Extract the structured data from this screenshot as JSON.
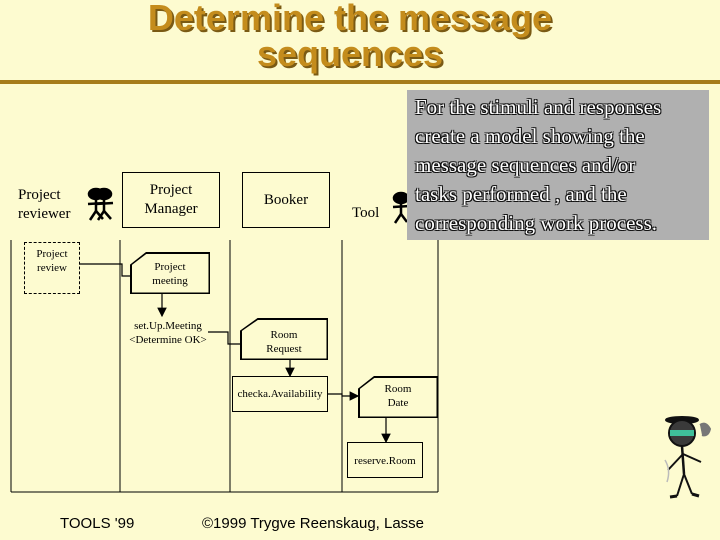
{
  "title": {
    "line1": "Determine the message",
    "line2": "sequences"
  },
  "note": {
    "lines": [
      "For the stimuli and responses",
      "create a model showing the",
      "message sequences and/or",
      "tasks performed , and the",
      "corresponding work process."
    ]
  },
  "actors": {
    "reviewer": {
      "line1": "Project",
      "line2": "reviewer"
    },
    "manager": {
      "line1": "Project",
      "line2": "Manager"
    },
    "booker": {
      "line1": "Booker"
    },
    "tool": {
      "line1": "Tool"
    }
  },
  "steps": {
    "project_review": {
      "line1": "Project",
      "line2": "review"
    },
    "project_meeting": {
      "line1": "Project",
      "line2": "meeting"
    },
    "setup_meeting": {
      "line1": "set.Up.Meeting",
      "line2": "<Determine OK>"
    },
    "room_request": {
      "line1": "Room",
      "line2": "Request"
    },
    "check_availability": {
      "line1": "checka.Availability"
    },
    "room_date": {
      "line1": "Room",
      "line2": "Date"
    },
    "reserve_room": {
      "line1": "reserve.Room"
    }
  },
  "footer": {
    "left": "TOOLS '99",
    "right": "©1999 Trygve Reenskaug, Lasse"
  },
  "colors": {
    "background": "#fdfbd0",
    "title": "#c48c1c",
    "note": "#b0b0b0"
  }
}
